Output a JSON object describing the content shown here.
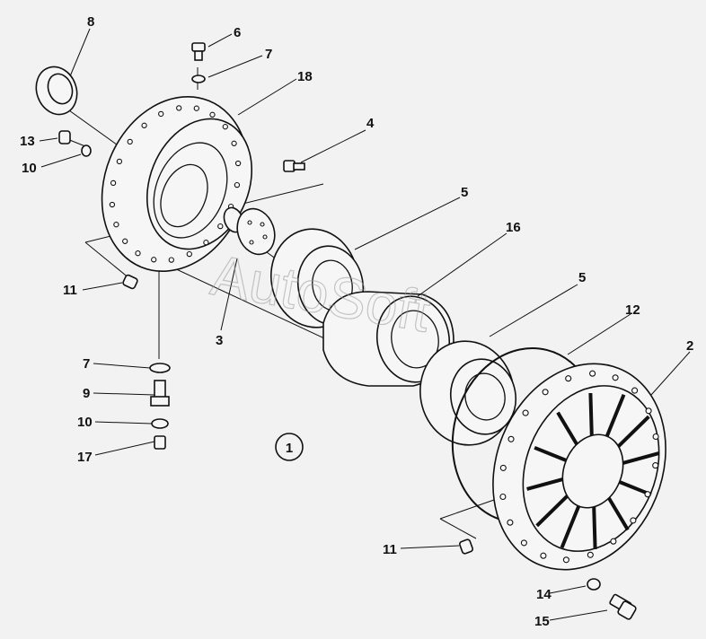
{
  "watermark": "AutoSoft",
  "figure_number": "1",
  "callouts": [
    "8",
    "6",
    "7",
    "18",
    "13",
    "10",
    "4",
    "5",
    "16",
    "11",
    "3",
    "5",
    "12",
    "2",
    "7",
    "9",
    "10",
    "17",
    "11",
    "14",
    "15"
  ]
}
